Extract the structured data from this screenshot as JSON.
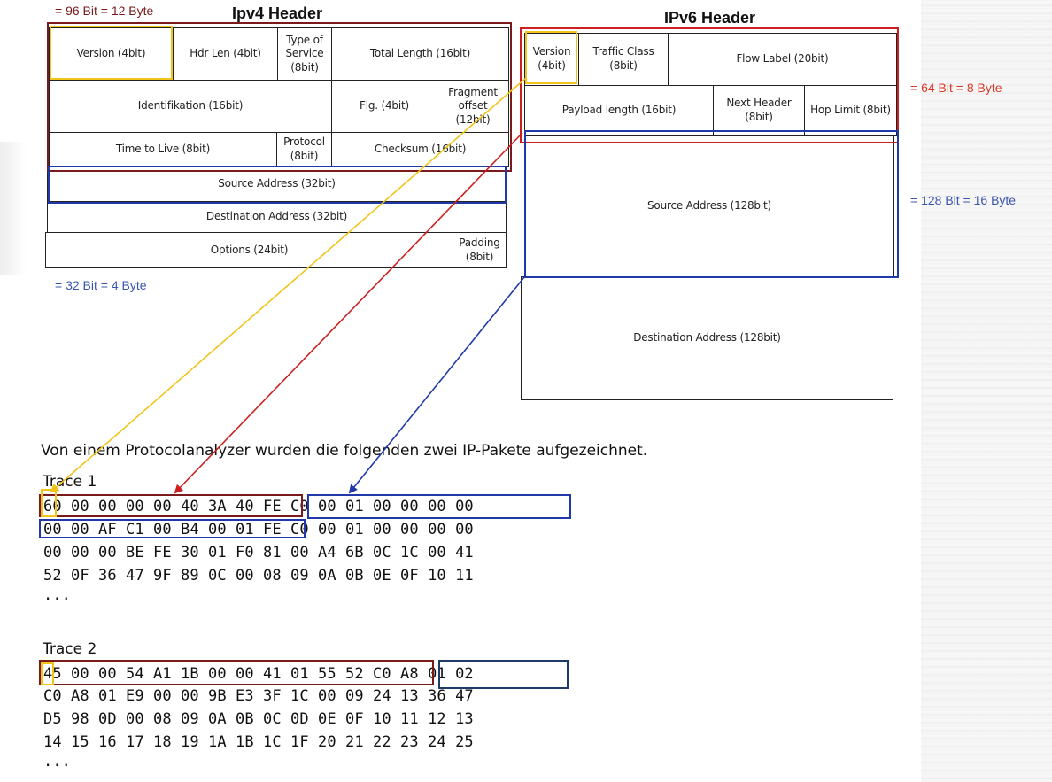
{
  "ipv4": {
    "title": "Ipv4 Header",
    "size_note_top": "= 96 Bit = 12 Byte",
    "size_note_bottom": "= 32 Bit = 4 Byte",
    "fields": {
      "version": "Version (4bit)",
      "hdr_len": "Hdr Len (4bit)",
      "tos": "Type of Service (8bit)",
      "total_length": "Total Length (16bit)",
      "identification": "Identifikation (16bit)",
      "flags": "Flg. (4bit)",
      "fragment_offset": "Fragment offset (12bit)",
      "ttl": "Time to Live (8bit)",
      "protocol": "Protocol (8bit)",
      "checksum": "Checksum (16bit)",
      "source": "Source Address (32bit)",
      "destination": "Destination Address (32bit)",
      "options": "Options (24bit)",
      "padding": "Padding (8bit)"
    }
  },
  "ipv6": {
    "title": "IPv6 Header",
    "size_note_red": "= 64 Bit = 8 Byte",
    "size_note_blue": "= 128 Bit = 16 Byte",
    "fields": {
      "version": "Version (4bit)",
      "traffic_class": "Traffic Class (8bit)",
      "flow_label": "Flow Label (20bit)",
      "payload_length": "Payload length (16bit)",
      "next_header": "Next Header (8bit)",
      "hop_limit": "Hop Limit (8bit)",
      "source": "Source Address (128bit)",
      "destination": "Destination Address (128bit)"
    }
  },
  "intro": "Von einem Protocolanalyzer wurden die folgenden zwei IP-Pakete aufgezeichnet.",
  "trace1": {
    "label": "Trace 1",
    "lines": [
      "60 00 00 00 00 40 3A 40 FE C0 00 01 00 00 00 00",
      "00 00 AF C1 00 B4 00 01 FE C0 00 01 00 00 00 00",
      "00 00 00 BE FE 30 01 F0 81 00 A4 6B 0C 1C 00 41",
      "52 0F 36 47 9F 89 0C 00 08 09 0A 0B 0E 0F 10 11",
      "..."
    ]
  },
  "trace2": {
    "label": "Trace 2",
    "lines": [
      "45 00 00 54 A1 1B 00 00 41 01 55 52 C0 A8 01 02",
      "C0 A8 01 E9 00 00 9B E3 3F 1C 00 09 24 13 36 47",
      "D5 98 0D 00 08 09 0A 0B 0C 0D 0E 0F 10 11 12 13",
      "14 15 16 17 18 19 1A 1B 1C 1F 20 21 22 23 24 25",
      "..."
    ]
  },
  "colors": {
    "red": "#cc1f1f",
    "dark_red": "#7a1a1a",
    "blue": "#1f3aa8",
    "yellow": "#f0c419",
    "note_red": "#d83a2a",
    "note_blue": "#3a55b0"
  }
}
